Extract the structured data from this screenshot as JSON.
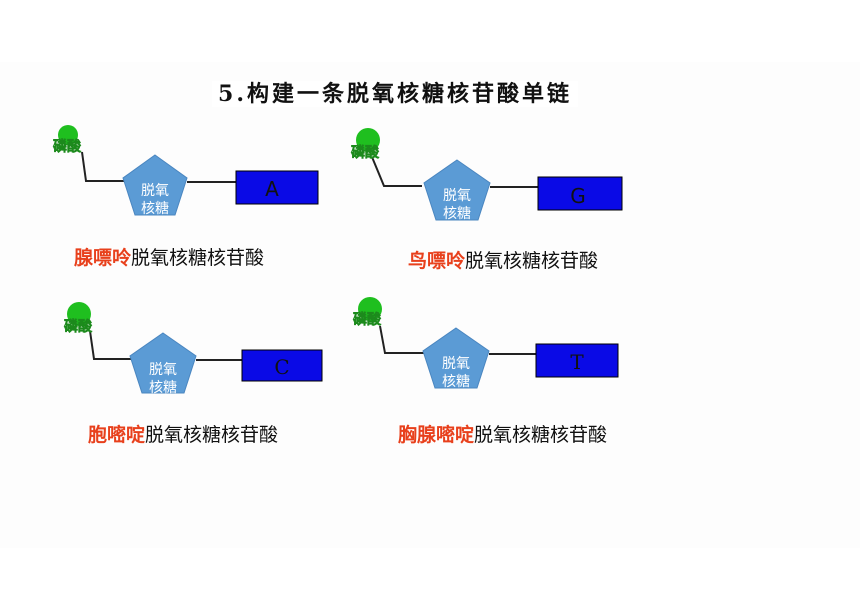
{
  "title": "5.构建一条脱氧核糖核苷酸单链",
  "labels": {
    "phosphate": "磷酸",
    "sugar_line1": "脱氧",
    "sugar_line2": "核糖"
  },
  "nucleotides": [
    {
      "base": "A",
      "highlight": "腺嘌呤",
      "suffix": "脱氧核糖核苷酸"
    },
    {
      "base": "G",
      "highlight": "鸟嘌呤",
      "suffix": "脱氧核糖核苷酸"
    },
    {
      "base": "C",
      "highlight": "胞嘧啶",
      "suffix": "脱氧核糖核苷酸"
    },
    {
      "base": "T",
      "highlight": "胸腺嘧啶",
      "suffix": "脱氧核糖核苷酸"
    }
  ],
  "colors": {
    "phosphate": "#1fbf1f",
    "sugar": "#5b9bd5",
    "base": "#0a0ae6",
    "highlight": "#e8401c"
  }
}
